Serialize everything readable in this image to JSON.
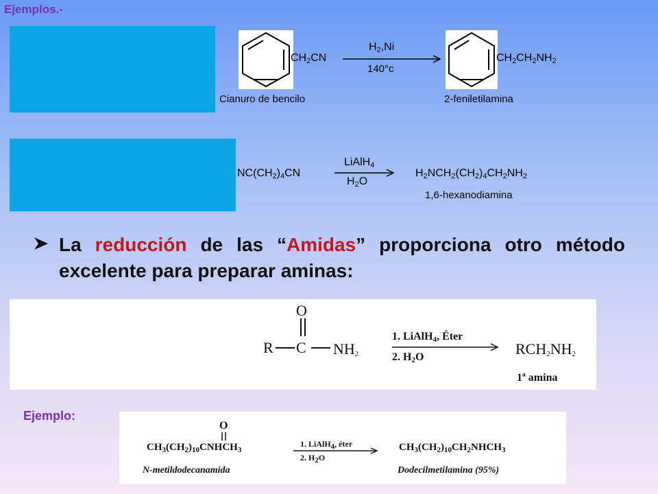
{
  "header": {
    "title": "Ejemplos.-"
  },
  "reaction1": {
    "reactant_sub": "CH",
    "reactant_sub_n": "2",
    "reactant_tail": "CN",
    "reagent_top": "H",
    "reagent_top_sub": "2",
    "reagent_top_tail": ",Ni",
    "reagent_bottom": "140°c",
    "product_a": "CH",
    "product_a_n": "2",
    "product_b": "CH",
    "product_b_n": "2",
    "product_c": "NH",
    "product_c_n": "2",
    "reactant_name": "Cianuro de bencilo",
    "product_name": "2-feniletilamina"
  },
  "reaction2": {
    "reactant": [
      "NC(CH",
      "2",
      ")",
      "4",
      "CN"
    ],
    "reagent_top": [
      "LiAlH",
      "4"
    ],
    "reagent_bottom": [
      "H",
      "2",
      "O"
    ],
    "product": [
      "H",
      "2",
      "NCH",
      "2",
      "(CH",
      "2",
      ")",
      "4",
      "CH",
      "2",
      "NH",
      "2"
    ],
    "product_name": "1,6-hexanodiamina"
  },
  "bullet": {
    "part1": "La ",
    "part2": "reducción",
    "part3": " de las “",
    "part4": "Amidas",
    "part5": "” proporciona otro método excelente para preparar aminas:"
  },
  "amide_scheme": {
    "O": "O",
    "R": "R",
    "C": "C",
    "NH2": "NH",
    "NH2_sub": "2",
    "step1": "1. LiAlH",
    "step1_sub": "4",
    "step1_tail": ", Éter",
    "step2": "2. H",
    "step2_sub": "2",
    "step2_tail": "O",
    "product": "RCH",
    "product_sub": "2",
    "product_tail": "NH",
    "product_tail_sub": "2",
    "product_label": "1ª amina"
  },
  "example": {
    "label": "Ejemplo:",
    "O": "O",
    "reactant": [
      "CH",
      "3",
      "(CH",
      "2",
      ")",
      "10",
      "CNHCH",
      "3"
    ],
    "step1": "1. LiAlH",
    "step1_sub": "4",
    "step1_tail": ", éter",
    "step2": "2. H",
    "step2_sub": "2",
    "step2_tail": "O",
    "product": [
      "CH",
      "3",
      "(CH",
      "2",
      ")",
      "10",
      "CH",
      "2",
      "NHCH",
      "3"
    ],
    "reactant_name": "N-metildodecanamida",
    "product_name": "Dodecilmetilamina (95%)"
  }
}
